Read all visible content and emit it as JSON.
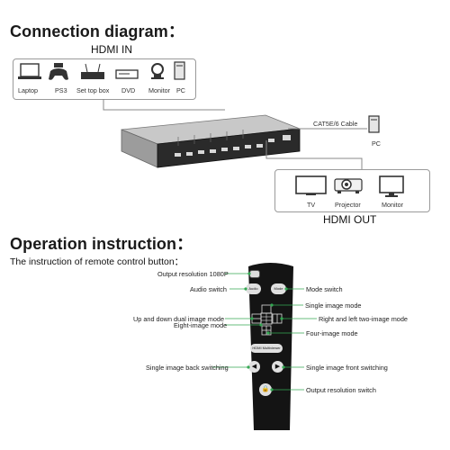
{
  "headings": {
    "connection": "Connection diagram：",
    "operation": "Operation instruction："
  },
  "hdmi_in": {
    "title": "HDMI IN",
    "devices": [
      "Laptop",
      "PS3",
      "Set top box",
      "DVD",
      "Monitor",
      "PC"
    ]
  },
  "cable": {
    "label": "CAT5E/6 Cable",
    "device": "PC"
  },
  "hdmi_out": {
    "title": "HDMI OUT",
    "devices": [
      "TV",
      "Projector",
      "Monitor"
    ]
  },
  "remote": {
    "subtitle": "The instruction of remote control button：",
    "button_labels": {
      "audio": "Audio",
      "mode": "Mode",
      "multiviewer": "HDMI Multiviewer"
    },
    "callouts": {
      "output_resolution_1080p": "Output resolution 1080P",
      "audio_switch": "Audio switch",
      "mode_switch": "Mode switch",
      "single_image_mode": "Single image mode",
      "up_down_dual": "Up and down dual image mode",
      "right_left_two": "Right and left two-image mode",
      "eight_image": "Eight-image mode",
      "four_image": "Four-image mode",
      "single_back": "Single image back switching",
      "single_front": "Single image front switching",
      "output_switch": "Output resolution switch"
    }
  },
  "colors": {
    "callout_line": "#34a853",
    "frame": "#9a9a9a",
    "remote_body": "#141414"
  }
}
